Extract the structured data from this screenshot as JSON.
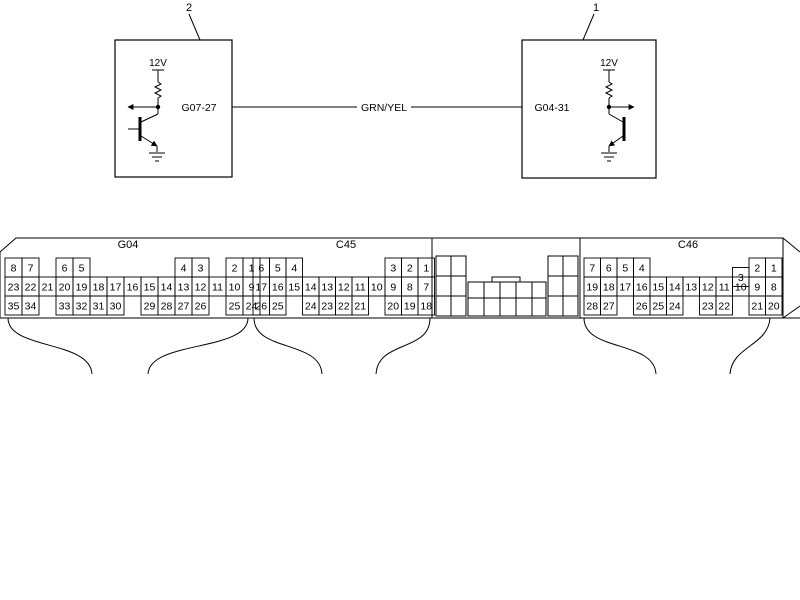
{
  "wiring": {
    "module_1": {
      "number": "1",
      "supply": "12V",
      "terminal": "G04-31"
    },
    "module_2": {
      "number": "2",
      "supply": "12V",
      "terminal": "G07-27"
    },
    "wire_color": "GRN/YEL"
  },
  "connectors": [
    {
      "id": "G04",
      "cells": [
        {
          "n": "8",
          "r": 0,
          "c": 0
        },
        {
          "n": "7",
          "r": 0,
          "c": 1
        },
        {
          "n": "23",
          "r": 1,
          "c": 0
        },
        {
          "n": "22",
          "r": 1,
          "c": 1
        },
        {
          "n": "35",
          "r": 2,
          "c": 0
        },
        {
          "n": "34",
          "r": 2,
          "c": 1
        },
        {
          "n": "21",
          "r": 1,
          "c": 2
        },
        {
          "n": "6",
          "r": 0,
          "c": 3
        },
        {
          "n": "5",
          "r": 0,
          "c": 4
        },
        {
          "n": "20",
          "r": 1,
          "c": 3
        },
        {
          "n": "19",
          "r": 1,
          "c": 4
        },
        {
          "n": "18",
          "r": 1,
          "c": 5
        },
        {
          "n": "17",
          "r": 1,
          "c": 6
        },
        {
          "n": "16",
          "r": 1,
          "c": 7
        },
        {
          "n": "15",
          "r": 1,
          "c": 8
        },
        {
          "n": "14",
          "r": 1,
          "c": 9
        },
        {
          "n": "13",
          "r": 1,
          "c": 10
        },
        {
          "n": "12",
          "r": 1,
          "c": 11
        },
        {
          "n": "11",
          "r": 1,
          "c": 12
        },
        {
          "n": "10",
          "r": 1,
          "c": 13
        },
        {
          "n": "9",
          "r": 1,
          "c": 14
        },
        {
          "n": "33",
          "r": 2,
          "c": 3
        },
        {
          "n": "32",
          "r": 2,
          "c": 4
        },
        {
          "n": "31",
          "r": 2,
          "c": 5
        },
        {
          "n": "30",
          "r": 2,
          "c": 6
        },
        {
          "n": "29",
          "r": 2,
          "c": 8
        },
        {
          "n": "28",
          "r": 2,
          "c": 9
        },
        {
          "n": "27",
          "r": 2,
          "c": 10
        },
        {
          "n": "26",
          "r": 2,
          "c": 11
        },
        {
          "n": "4",
          "r": 0,
          "c": 10
        },
        {
          "n": "3",
          "r": 0,
          "c": 11
        },
        {
          "n": "2",
          "r": 0,
          "c": 13
        },
        {
          "n": "1",
          "r": 0,
          "c": 14
        },
        {
          "n": "25",
          "r": 2,
          "c": 13
        },
        {
          "n": "24",
          "r": 2,
          "c": 14
        }
      ]
    },
    {
      "id": "C45",
      "cells": [
        {
          "n": "6",
          "r": 0,
          "c": 0
        },
        {
          "n": "5",
          "r": 0,
          "c": 1
        },
        {
          "n": "4",
          "r": 0,
          "c": 2
        },
        {
          "n": "17",
          "r": 1,
          "c": 0
        },
        {
          "n": "16",
          "r": 1,
          "c": 1
        },
        {
          "n": "15",
          "r": 1,
          "c": 2
        },
        {
          "n": "14",
          "r": 1,
          "c": 3
        },
        {
          "n": "13",
          "r": 1,
          "c": 4
        },
        {
          "n": "12",
          "r": 1,
          "c": 5
        },
        {
          "n": "11",
          "r": 1,
          "c": 6
        },
        {
          "n": "10",
          "r": 1,
          "c": 7
        },
        {
          "n": "9",
          "r": 1,
          "c": 8
        },
        {
          "n": "8",
          "r": 1,
          "c": 9
        },
        {
          "n": "7",
          "r": 1,
          "c": 10
        },
        {
          "n": "26",
          "r": 2,
          "c": 0
        },
        {
          "n": "25",
          "r": 2,
          "c": 1
        },
        {
          "n": "24",
          "r": 2,
          "c": 3
        },
        {
          "n": "23",
          "r": 2,
          "c": 4
        },
        {
          "n": "22",
          "r": 2,
          "c": 5
        },
        {
          "n": "21",
          "r": 2,
          "c": 6
        },
        {
          "n": "3",
          "r": 0,
          "c": 8
        },
        {
          "n": "2",
          "r": 0,
          "c": 9
        },
        {
          "n": "1",
          "r": 0,
          "c": 10
        },
        {
          "n": "20",
          "r": 2,
          "c": 8
        },
        {
          "n": "19",
          "r": 2,
          "c": 9
        },
        {
          "n": "18",
          "r": 2,
          "c": 10
        }
      ]
    },
    {
      "id": "C46",
      "cells": [
        {
          "n": "7",
          "r": 0,
          "c": 0
        },
        {
          "n": "6",
          "r": 0,
          "c": 1
        },
        {
          "n": "5",
          "r": 0,
          "c": 2
        },
        {
          "n": "4",
          "r": 0,
          "c": 3
        },
        {
          "n": "19",
          "r": 1,
          "c": 0
        },
        {
          "n": "18",
          "r": 1,
          "c": 1
        },
        {
          "n": "17",
          "r": 1,
          "c": 2
        },
        {
          "n": "16",
          "r": 1,
          "c": 3
        },
        {
          "n": "15",
          "r": 1,
          "c": 4
        },
        {
          "n": "14",
          "r": 1,
          "c": 5
        },
        {
          "n": "13",
          "r": 1,
          "c": 6
        },
        {
          "n": "12",
          "r": 1,
          "c": 7
        },
        {
          "n": "11",
          "r": 1,
          "c": 8
        },
        {
          "n": "10",
          "r": 1,
          "c": 9
        },
        {
          "n": "28",
          "r": 2,
          "c": 0
        },
        {
          "n": "27",
          "r": 2,
          "c": 1
        },
        {
          "n": "26",
          "r": 2,
          "c": 3
        },
        {
          "n": "25",
          "r": 2,
          "c": 4
        },
        {
          "n": "24",
          "r": 2,
          "c": 5
        },
        {
          "n": "23",
          "r": 2,
          "c": 7
        },
        {
          "n": "22",
          "r": 2,
          "c": 8
        },
        {
          "n": "3",
          "r": 0.5,
          "c": 9
        },
        {
          "n": "2",
          "r": 0,
          "c": 10
        },
        {
          "n": "1",
          "r": 0,
          "c": 11
        },
        {
          "n": "9",
          "r": 1,
          "c": 10
        },
        {
          "n": "8",
          "r": 1,
          "c": 11
        },
        {
          "n": "21",
          "r": 2,
          "c": 10
        },
        {
          "n": "20",
          "r": 2,
          "c": 11
        }
      ]
    }
  ]
}
